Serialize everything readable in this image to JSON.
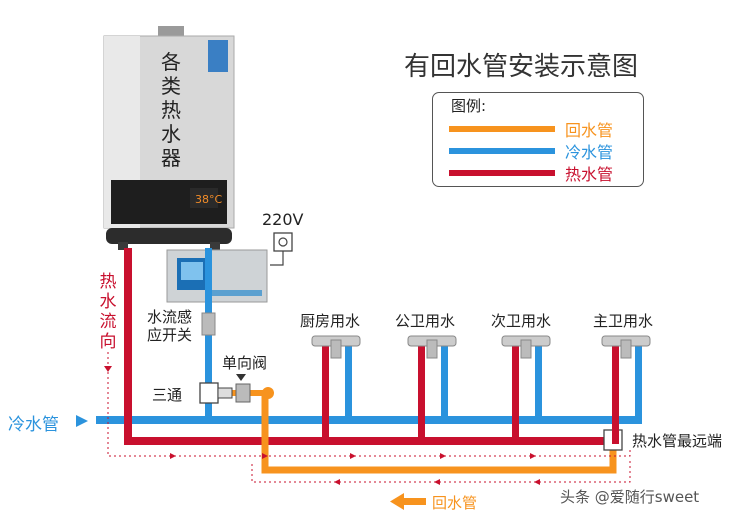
{
  "title": "有回水管安装示意图",
  "legend": {
    "header": "图例:",
    "items": [
      {
        "label": "回水管",
        "color": "#f7931e"
      },
      {
        "label": "冷水管",
        "color": "#2b93dd"
      },
      {
        "label": "热水管",
        "color": "#c8102e"
      }
    ]
  },
  "heater": {
    "label": "各类热水器",
    "display": "38°C"
  },
  "power": {
    "label": "220V"
  },
  "labels": {
    "flow_switch": "水流感\n应开关",
    "hot_flow": "热水流向",
    "tee": "三通",
    "check_valve": "单向阀",
    "cold_inlet": "冷水管",
    "far_end": "热水管最远端",
    "return_pipe": "回水管"
  },
  "fixtures": [
    "厨房用水",
    "公卫用水",
    "次卫用水",
    "主卫用水"
  ],
  "watermark": "头条 @爱随行sweet"
}
